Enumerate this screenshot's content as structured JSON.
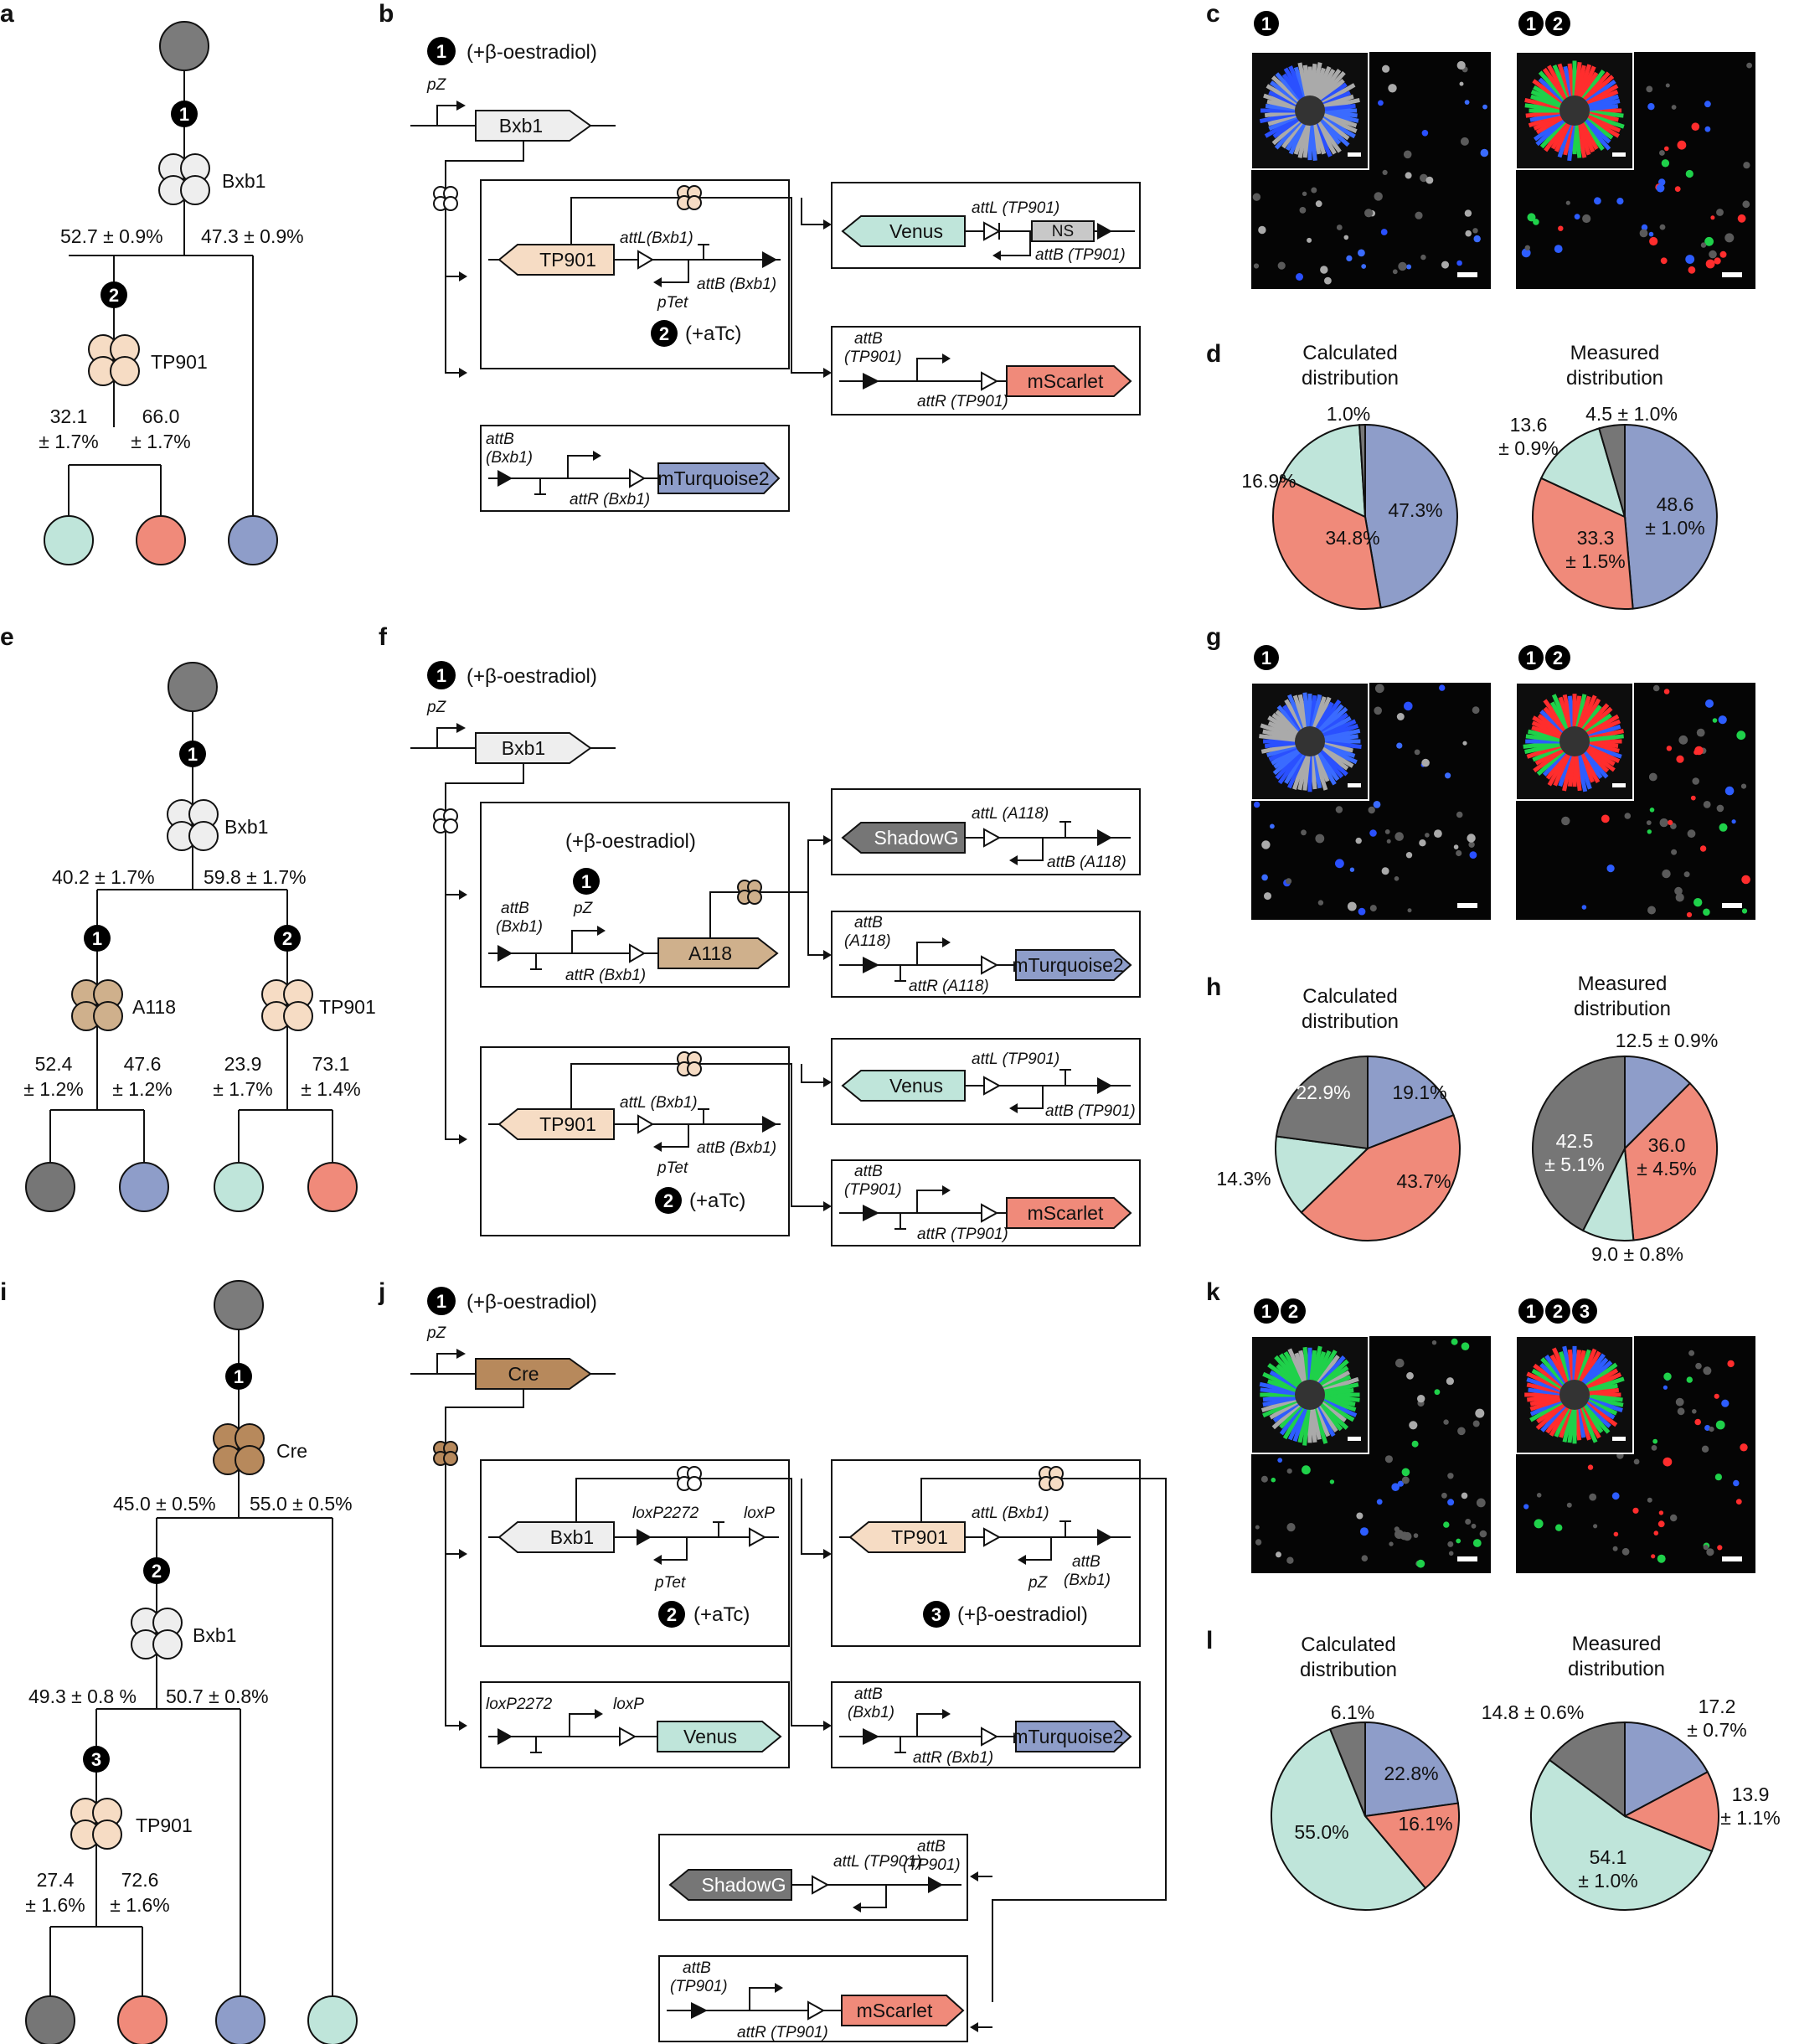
{
  "panels": [
    "a",
    "b",
    "c",
    "d",
    "e",
    "f",
    "g",
    "h",
    "i",
    "j",
    "k",
    "l"
  ],
  "colors": {
    "start": "#7b7b7b",
    "venus": "#bfe5da",
    "mscarlet": "#f08a7a",
    "mturquoise": "#8e9dc9",
    "shadowg": "#767676",
    "bxb1": "#eeeeee",
    "tp901": "#f6dcc4",
    "a118": "#cfb08c",
    "cre": "#b7895c"
  },
  "trees": [
    {
      "enzymes": [
        {
          "badge": "1",
          "name": "Bxb1",
          "color": "#eeeeee"
        },
        {
          "badge": "2",
          "name": "TP901",
          "color": "#f6dcc4"
        }
      ],
      "splits": [
        {
          "left": "52.7 ± 0.9%",
          "right": "47.3 ± 0.9%"
        },
        {
          "left1": "32.1",
          "left2": "± 1.7%",
          "right1": "66.0",
          "right2": "± 1.7%"
        }
      ]
    },
    {
      "enzymes": [
        {
          "badge": "1",
          "name": "Bxb1",
          "color": "#eeeeee"
        },
        {
          "badge": "1",
          "name": "A118",
          "color": "#cfb08c"
        },
        {
          "badge": "2",
          "name": "TP901",
          "color": "#f6dcc4"
        }
      ],
      "splits": [
        {
          "left": "40.2 ± 1.7%",
          "right": "59.8 ± 1.7%"
        },
        {
          "left1": "52.4",
          "left2": "± 1.2%",
          "right1": "47.6",
          "right2": "± 1.2%"
        },
        {
          "left1": "23.9",
          "left2": "± 1.7%",
          "right1": "73.1",
          "right2": "± 1.4%"
        }
      ]
    },
    {
      "enzymes": [
        {
          "badge": "1",
          "name": "Cre",
          "color": "#b7895c"
        },
        {
          "badge": "2",
          "name": "Bxb1",
          "color": "#eeeeee"
        },
        {
          "badge": "3",
          "name": "TP901",
          "color": "#f6dcc4"
        }
      ],
      "splits": [
        {
          "left": "45.0 ± 0.5%",
          "right": "55.0 ± 0.5%"
        },
        {
          "left": "49.3 ± 0.8 %",
          "right": "50.7 ± 0.8%"
        },
        {
          "left1": "27.4",
          "left2": "± 1.6%",
          "right1": "72.6",
          "right2": "± 1.6%"
        }
      ]
    }
  ],
  "circuit_b": {
    "inducer1": "(+β-oestradiol)",
    "inducer2": "(+aTc)",
    "badge1": "1",
    "badge2": "2",
    "promoter": "pZ",
    "ptet": "pTet",
    "genes": {
      "bxb1": "Bxb1",
      "tp901": "TP901",
      "venus": "Venus",
      "mscarlet": "mScarlet",
      "mturquoise": "mTurquoise2",
      "ns": "NS"
    },
    "sites": {
      "attl_bxb1": "attL(Bxb1)",
      "attb_bxb1": "attB (Bxb1)",
      "attl_tp901": "attL (TP901)",
      "attb_tp901": "attB (TP901)",
      "attb2_a": "attB",
      "attb2_b": "(TP901)",
      "attr_tp901": "attR (TP901)",
      "attb3_a": "attB",
      "attb3_b": "(Bxb1)",
      "attr_bxb1": "attR (Bxb1)"
    }
  },
  "circuit_f": {
    "inducer1": "(+β-oestradiol)",
    "inducer2": "(+aTc)",
    "badge1": "1",
    "badge2": "2",
    "promoter": "pZ",
    "ptet": "pTet",
    "genes": {
      "bxb1": "Bxb1",
      "a118": "A118",
      "shadowg": "ShadowG",
      "mturquoise": "mTurquoise2",
      "tp901": "TP901",
      "venus": "Venus",
      "mscarlet": "mScarlet"
    },
    "sites": {
      "attb_bxb1_a": "attB",
      "attb_bxb1_b": "(Bxb1)",
      "attr_bxb1": "attR (Bxb1)",
      "attl_a118": "attL (A118)",
      "attb_a118": "attB (A118)",
      "attb_a118_a": "attB",
      "attb_a118_b": "(A118)",
      "attr_a118": "attR (A118)",
      "attl_bxb1": "attL (Bxb1)",
      "attb_bxb1": "attB (Bxb1)",
      "attl_tp901": "attL (TP901)",
      "attb_tp901": "attB (TP901)",
      "attb_tp901_a": "attB",
      "attb_tp901_b": "(TP901)",
      "attr_tp901": "attR (TP901)"
    }
  },
  "circuit_j": {
    "inducer1": "(+β-oestradiol)",
    "inducer2": "(+aTc)",
    "inducer3": "(+β-oestradiol)",
    "badge1": "1",
    "badge2": "2",
    "badge3": "3",
    "promoter": "pZ",
    "ptet": "pTet",
    "genes": {
      "cre": "Cre",
      "bxb1": "Bxb1",
      "tp901": "TP901",
      "venus": "Venus",
      "mturquoise": "mTurquoise2",
      "shadowg": "ShadowG",
      "mscarlet": "mScarlet"
    },
    "sites": {
      "loxp2272": "loxP2272",
      "loxp": "loxP",
      "attl_bxb1": "attL (Bxb1)",
      "attb_bxb1_a": "attB",
      "attb_bxb1_b": "(Bxb1)",
      "attb2_a": "attB",
      "attb2_b": "(Bxb1)",
      "attr_bxb1": "attR (Bxb1)",
      "attl_tp901": "attL (TP901)",
      "attb_tp901_a": "attB",
      "attb_tp901_b": "(TP901)",
      "attb3_a": "attB",
      "attb3_b": "(TP901)",
      "attr_tp901": "attR (TP901)"
    }
  },
  "micrographs": [
    {
      "badges": [
        "1"
      ],
      "colony": "blue"
    },
    {
      "badges": [
        "1",
        "2"
      ],
      "colony": "rgb"
    },
    {
      "badges": [
        "1"
      ],
      "colony": "blue"
    },
    {
      "badges": [
        "1",
        "2"
      ],
      "colony": "red"
    },
    {
      "badges": [
        "1",
        "2"
      ],
      "colony": "green"
    },
    {
      "badges": [
        "1",
        "2",
        "3"
      ],
      "colony": "rgb"
    }
  ],
  "pie_headers": {
    "calc1": "Calculated",
    "calc2": "distribution",
    "meas1": "Measured",
    "meas2": "distribution"
  },
  "chart_data": [
    {
      "type": "pie",
      "panel": "d",
      "name": "Calculated distribution",
      "values": [
        47.3,
        34.8,
        16.9,
        1.0
      ],
      "colors": [
        "#8e9dc9",
        "#f08a7a",
        "#bfe5da",
        "#767676"
      ],
      "labels": [
        "47.3%",
        "34.8%",
        "16.9%",
        "1.0%"
      ]
    },
    {
      "type": "pie",
      "panel": "d",
      "name": "Measured distribution",
      "values": [
        48.6,
        33.3,
        13.6,
        4.5
      ],
      "colors": [
        "#8e9dc9",
        "#f08a7a",
        "#bfe5da",
        "#767676"
      ],
      "labels": [
        "48.6\n± 1.0%",
        "33.3\n± 1.5%",
        "13.6\n± 0.9%",
        "4.5 ± 1.0%"
      ]
    },
    {
      "type": "pie",
      "panel": "h",
      "name": "Calculated distribution",
      "values": [
        19.1,
        43.7,
        14.3,
        22.9
      ],
      "colors": [
        "#8e9dc9",
        "#f08a7a",
        "#bfe5da",
        "#767676"
      ],
      "labels": [
        "19.1%",
        "43.7%",
        "14.3%",
        "22.9%"
      ]
    },
    {
      "type": "pie",
      "panel": "h",
      "name": "Measured distribution",
      "values": [
        12.5,
        36.0,
        9.0,
        42.5
      ],
      "colors": [
        "#8e9dc9",
        "#f08a7a",
        "#bfe5da",
        "#767676"
      ],
      "labels": [
        "12.5 ± 0.9%",
        "36.0\n± 4.5%",
        "9.0 ± 0.8%",
        "42.5\n± 5.1%"
      ]
    },
    {
      "type": "pie",
      "panel": "l",
      "name": "Calculated distribution",
      "values": [
        22.8,
        16.1,
        55.0,
        6.1
      ],
      "colors": [
        "#8e9dc9",
        "#f08a7a",
        "#bfe5da",
        "#767676"
      ],
      "labels": [
        "22.8%",
        "16.1%",
        "55.0%",
        "6.1%"
      ]
    },
    {
      "type": "pie",
      "panel": "l",
      "name": "Measured distribution",
      "values": [
        17.2,
        13.9,
        54.1,
        14.8
      ],
      "colors": [
        "#8e9dc9",
        "#f08a7a",
        "#bfe5da",
        "#767676"
      ],
      "labels": [
        "17.2\n± 0.7%",
        "13.9\n± 1.1%",
        "54.1\n± 1.0%",
        "14.8 ± 0.6%"
      ]
    }
  ]
}
